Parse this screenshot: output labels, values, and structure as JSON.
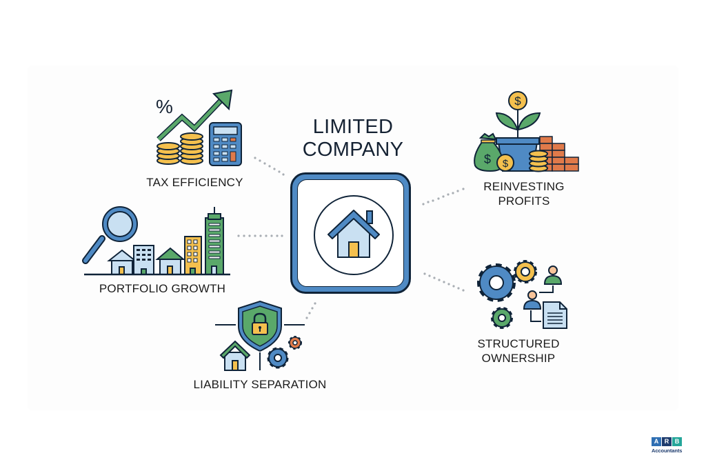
{
  "diagram": {
    "title_line1": "LIMITED",
    "title_line2": "COMPANY",
    "center_icon": "house-icon",
    "nodes": [
      {
        "id": "tax-efficiency",
        "label": "TAX EFFICIENCY",
        "icons": [
          "percent-icon",
          "growth-arrow-icon",
          "coins-icon",
          "calculator-icon"
        ]
      },
      {
        "id": "portfolio-growth",
        "label": "PORTFOLIO GROWTH",
        "icons": [
          "magnifier-icon",
          "houses-icon",
          "buildings-icon"
        ]
      },
      {
        "id": "liability-separation",
        "label": "LIABILITY SEPARATION",
        "icons": [
          "shield-lock-icon",
          "house-icon",
          "gears-icon"
        ]
      },
      {
        "id": "reinvesting-profits",
        "label_line1": "REINVESTING",
        "label_line2": "PROFITS",
        "icons": [
          "money-plant-icon",
          "money-bag-icon",
          "coins-icon",
          "bricks-icon"
        ]
      },
      {
        "id": "structured-ownership",
        "label_line1": "STRUCTURED",
        "label_line2": "OWNERSHIP",
        "icons": [
          "gears-icon",
          "people-icon",
          "document-icon"
        ]
      }
    ],
    "connectors": "dotted-lines"
  },
  "colors": {
    "dark": "#152233",
    "blue": "#4f8ac4",
    "light_blue": "#c9e0f2",
    "green": "#5aa86a",
    "yellow": "#f4c04e",
    "orange": "#e07a4a",
    "dot_gray": "#a8adb3"
  },
  "logo": {
    "letters": [
      "A",
      "R",
      "B"
    ],
    "text": "Accountants",
    "letter_colors": [
      "#2f6fb3",
      "#1e3c6e",
      "#25a69a"
    ]
  }
}
